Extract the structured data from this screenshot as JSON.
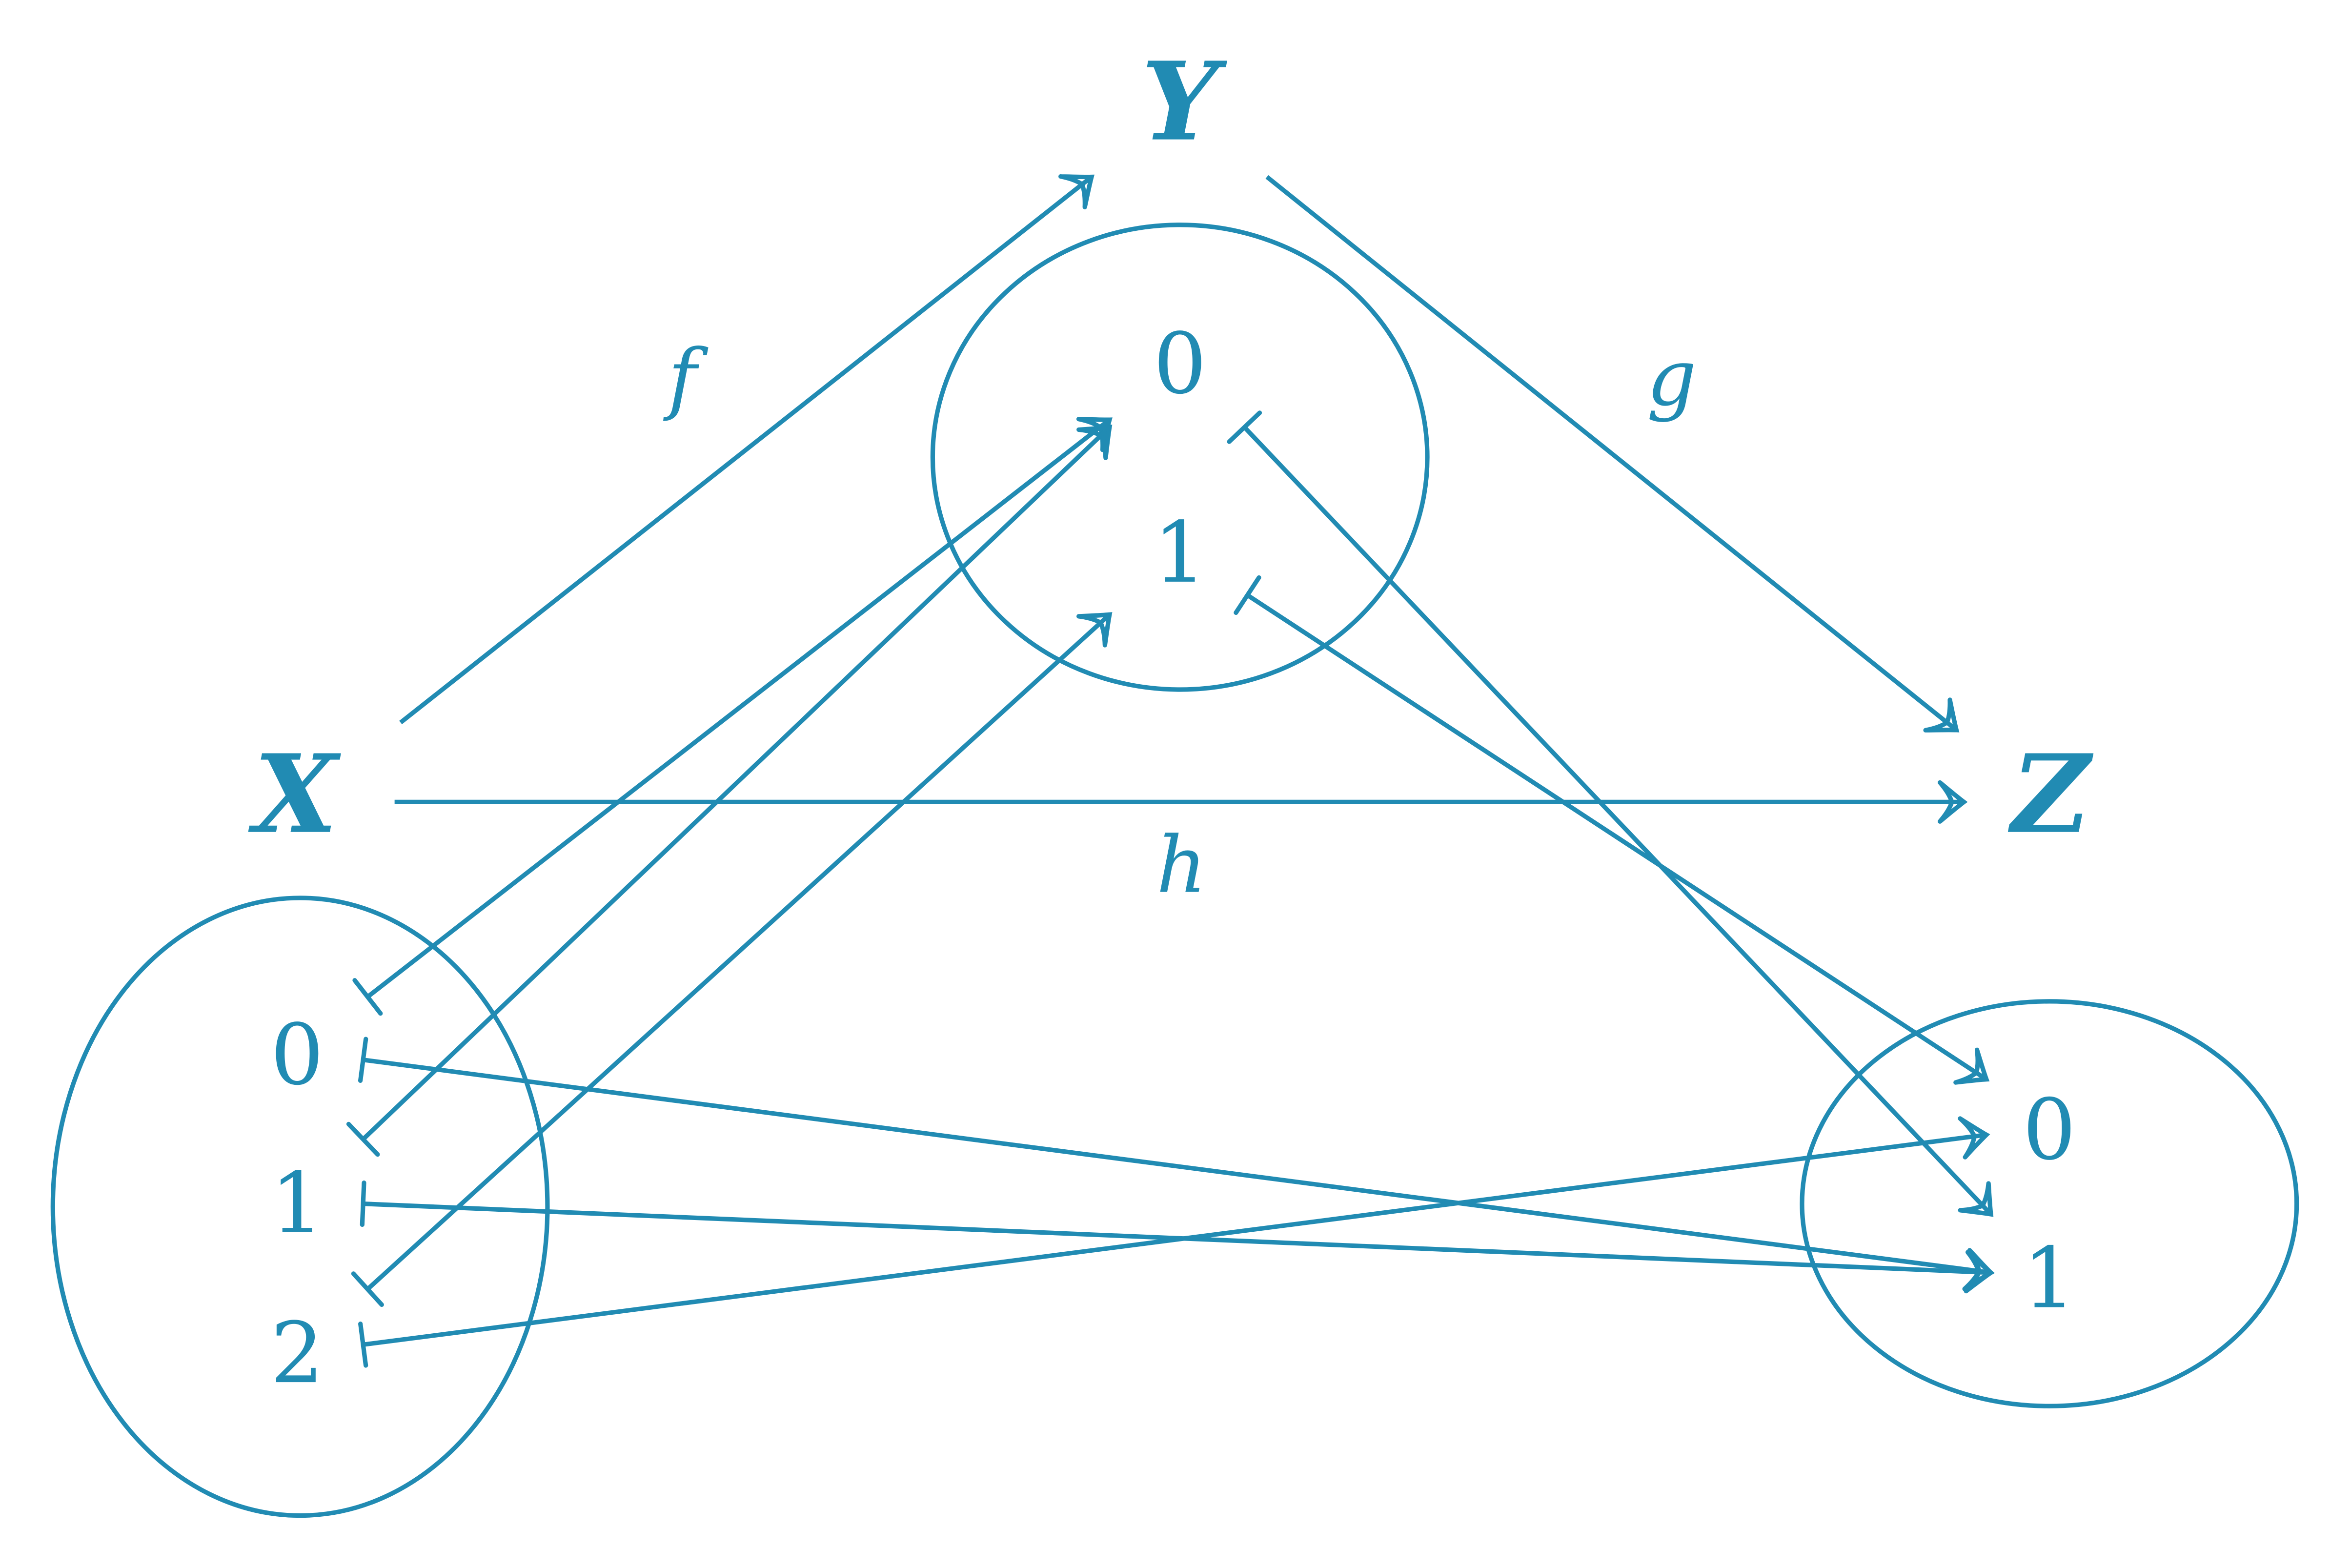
{
  "colors": {
    "ink": "#218bb3",
    "background": "#ffffff"
  },
  "objects": {
    "X": "X",
    "Y": "Y",
    "Z": "Z"
  },
  "morphisms": {
    "f": "f",
    "g": "g",
    "h": "h"
  },
  "sets": {
    "X": [
      "0",
      "1",
      "2"
    ],
    "Y": [
      "0",
      "1"
    ],
    "Z": [
      "0",
      "1"
    ]
  },
  "mappings": {
    "f": [
      [
        "0",
        "0"
      ],
      [
        "1",
        "0"
      ],
      [
        "2",
        "1"
      ]
    ],
    "g": [
      [
        "0",
        "1"
      ],
      [
        "1",
        "0"
      ]
    ],
    "h": [
      [
        "0",
        "1"
      ],
      [
        "1",
        "1"
      ],
      [
        "2",
        "0"
      ]
    ]
  }
}
